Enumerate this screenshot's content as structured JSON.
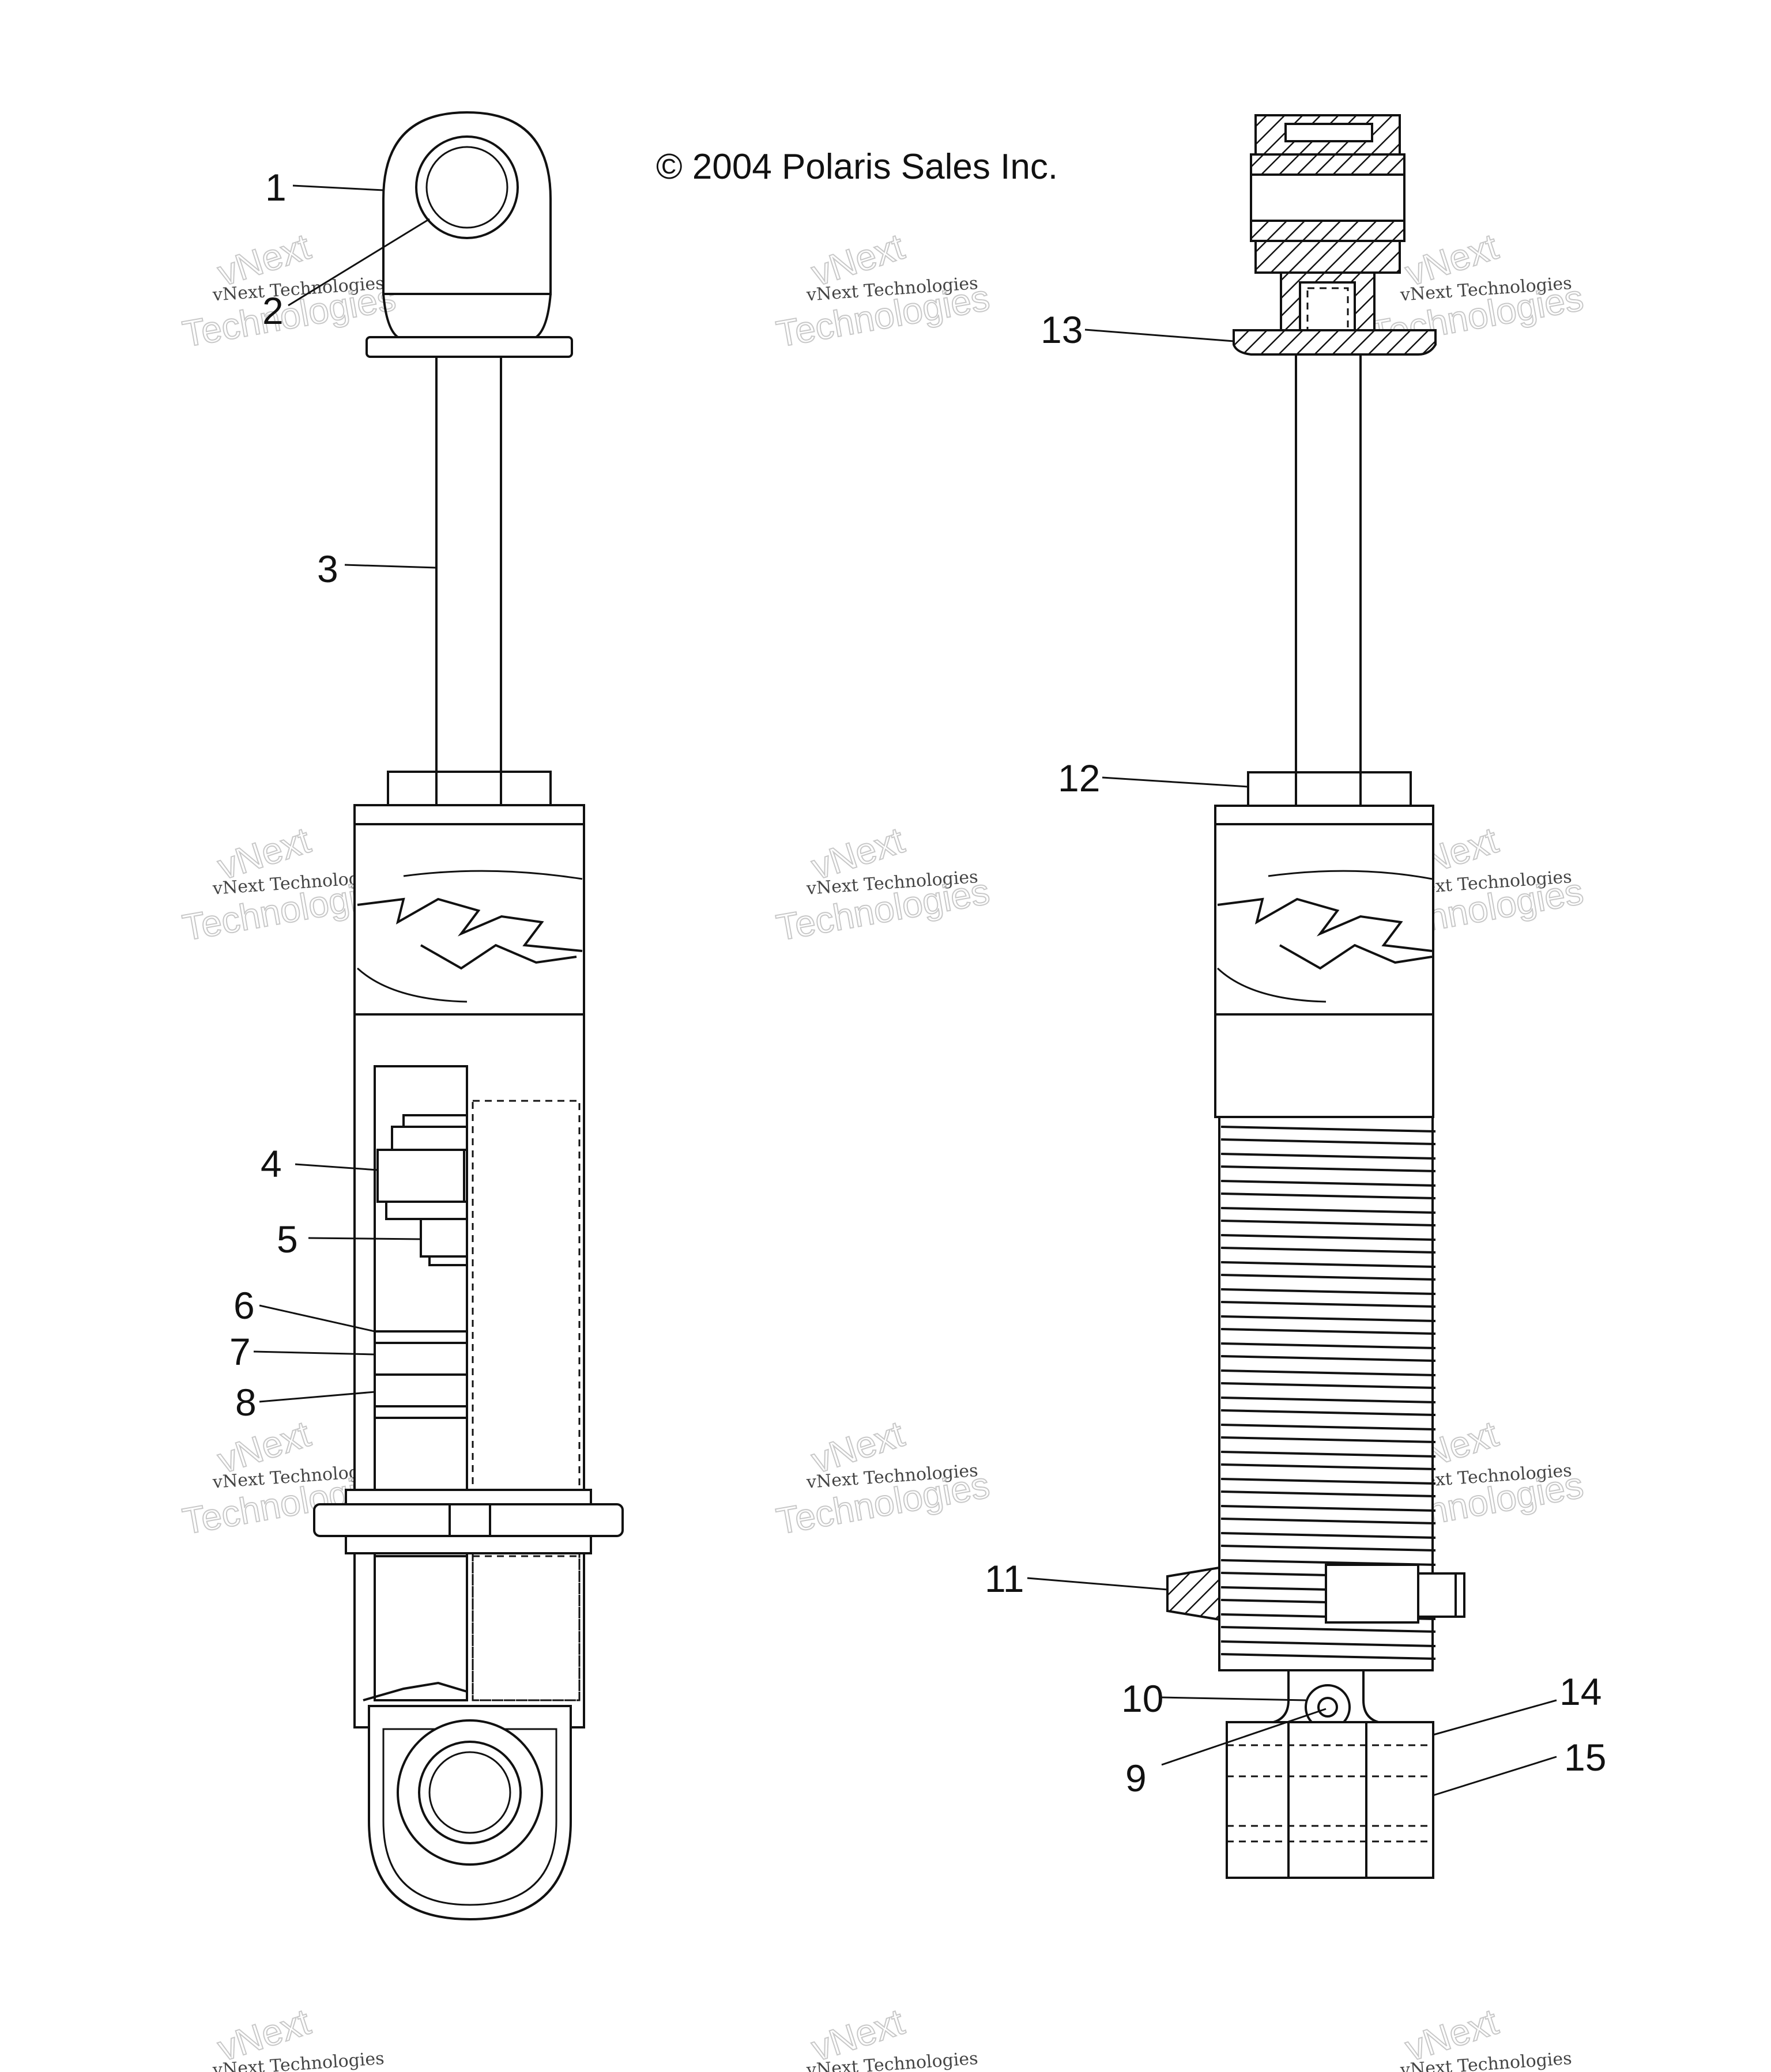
{
  "copyright": "© 2004 Polaris Sales Inc.",
  "callouts": [
    "1",
    "2",
    "3",
    "4",
    "5",
    "6",
    "7",
    "8",
    "9",
    "10",
    "11",
    "12",
    "13",
    "14",
    "15"
  ],
  "watermark": {
    "brand": "vNext",
    "line1": "vNext Technologies",
    "line2": "Technologies"
  },
  "colors": {
    "ink": "#111111",
    "background": "#ffffff",
    "watermark": "#c8c8c8"
  }
}
